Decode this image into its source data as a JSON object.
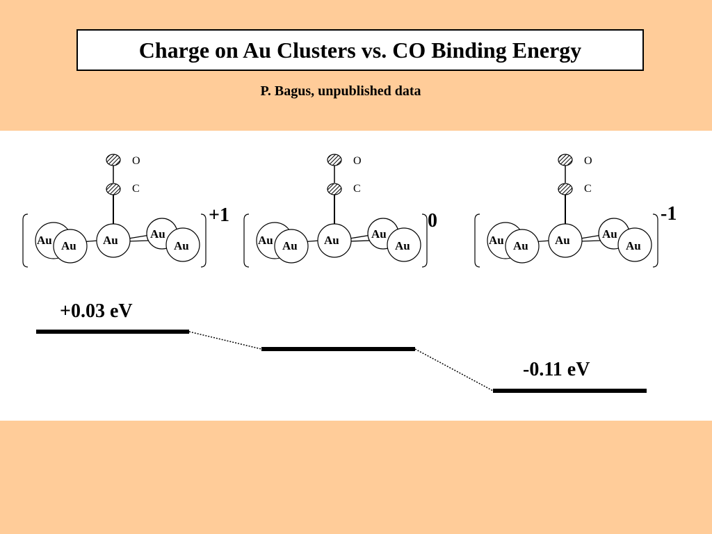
{
  "title": "Charge on Au Clusters vs. CO Binding Energy",
  "subtitle": "P. Bagus, unpublished data",
  "atoms": {
    "oxygen": "O",
    "carbon": "C",
    "gold": "Au"
  },
  "clusters": [
    {
      "charge": "+1"
    },
    {
      "charge": "0"
    },
    {
      "charge": "-1"
    }
  ],
  "energy_levels": [
    {
      "label": "+0.03 eV"
    },
    {
      "label": ""
    },
    {
      "label": "-0.11 eV"
    }
  ],
  "colors": {
    "background": "#ffcc99",
    "panel": "#ffffff",
    "ink": "#000000"
  }
}
